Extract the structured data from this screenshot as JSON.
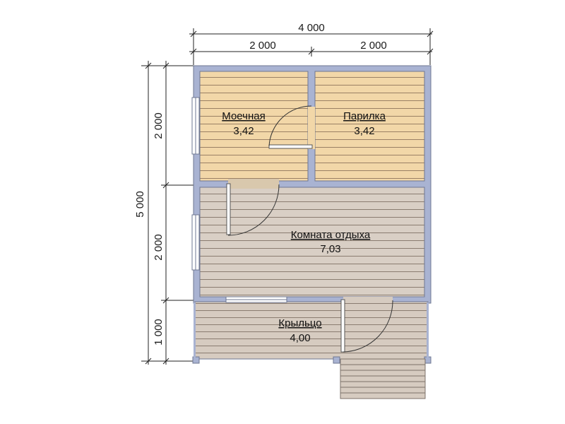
{
  "dimensions": {
    "total_width": "4 000",
    "left_width": "2 000",
    "right_width": "2 000",
    "total_height": "5 000",
    "top_height": "2 000",
    "middle_height": "2 000",
    "bottom_height": "1 000"
  },
  "rooms": {
    "washroom": {
      "name": "Моечная",
      "area": "3,42"
    },
    "steam_room": {
      "name": "Парилка",
      "area": "3,42"
    },
    "rest_room": {
      "name": "Комната отдыха",
      "area": "7,03"
    },
    "porch": {
      "name": "Крыльцо",
      "area": "4,00"
    }
  },
  "colors": {
    "wall": "#a9b3d2",
    "wood_warm": "#f2d7a8",
    "wood_grey": "#d6cbc0",
    "plank_line": "#8c7a66",
    "dim_line": "#222222"
  }
}
